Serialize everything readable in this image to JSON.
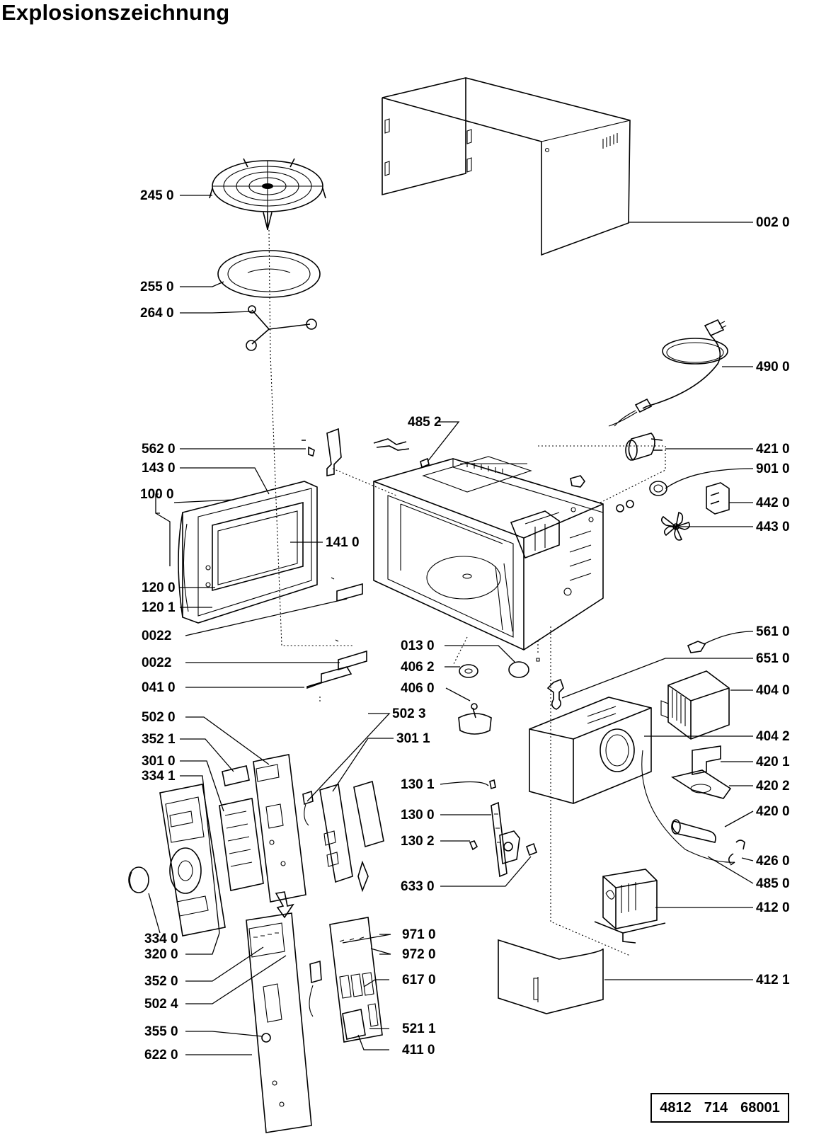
{
  "title": "Explosionszeichnung",
  "doc_number": [
    "4812",
    "714",
    "68001"
  ],
  "labels": {
    "l2450": "245 0",
    "l2550": "255 0",
    "l2640": "264 0",
    "l0020": "002 0",
    "l4900": "490 0",
    "l4852": "485 2",
    "l5620": "562 0",
    "l1430": "143 0",
    "l1000": "100 0",
    "l1410": "141 0",
    "l4210": "421 0",
    "l9010": "901 0",
    "l4420": "442 0",
    "l4430": "443 0",
    "l1200": "120 0",
    "l1201": "120 1",
    "l0022a": "0022",
    "l0022b": "0022",
    "l0410": "041 0",
    "l0130": "013 0",
    "l4062": "406 2",
    "l4060": "406 0",
    "l5610": "561 0",
    "l6510": "651 0",
    "l4040": "404 0",
    "l4042": "404 2",
    "l5020": "502 0",
    "l5023": "502 3",
    "l3521": "352 1",
    "l3011": "301 1",
    "l3010": "301 0",
    "l3341": "334 1",
    "l1301": "130 1",
    "l4201": "420 1",
    "l4202": "420 2",
    "l1300": "130 0",
    "l4200": "420 0",
    "l1302": "130 2",
    "l4260": "426 0",
    "l4850": "485 0",
    "l6330": "633 0",
    "l4120": "412 0",
    "l3340": "334 0",
    "l3200": "320 0",
    "l9710": "971 0",
    "l9720": "972 0",
    "l3520": "352 0",
    "l6170": "617 0",
    "l4121": "412 1",
    "l5024": "502 4",
    "l5211": "521 1",
    "l3550": "355 0",
    "l4110": "411 0",
    "l6220": "622 0"
  }
}
